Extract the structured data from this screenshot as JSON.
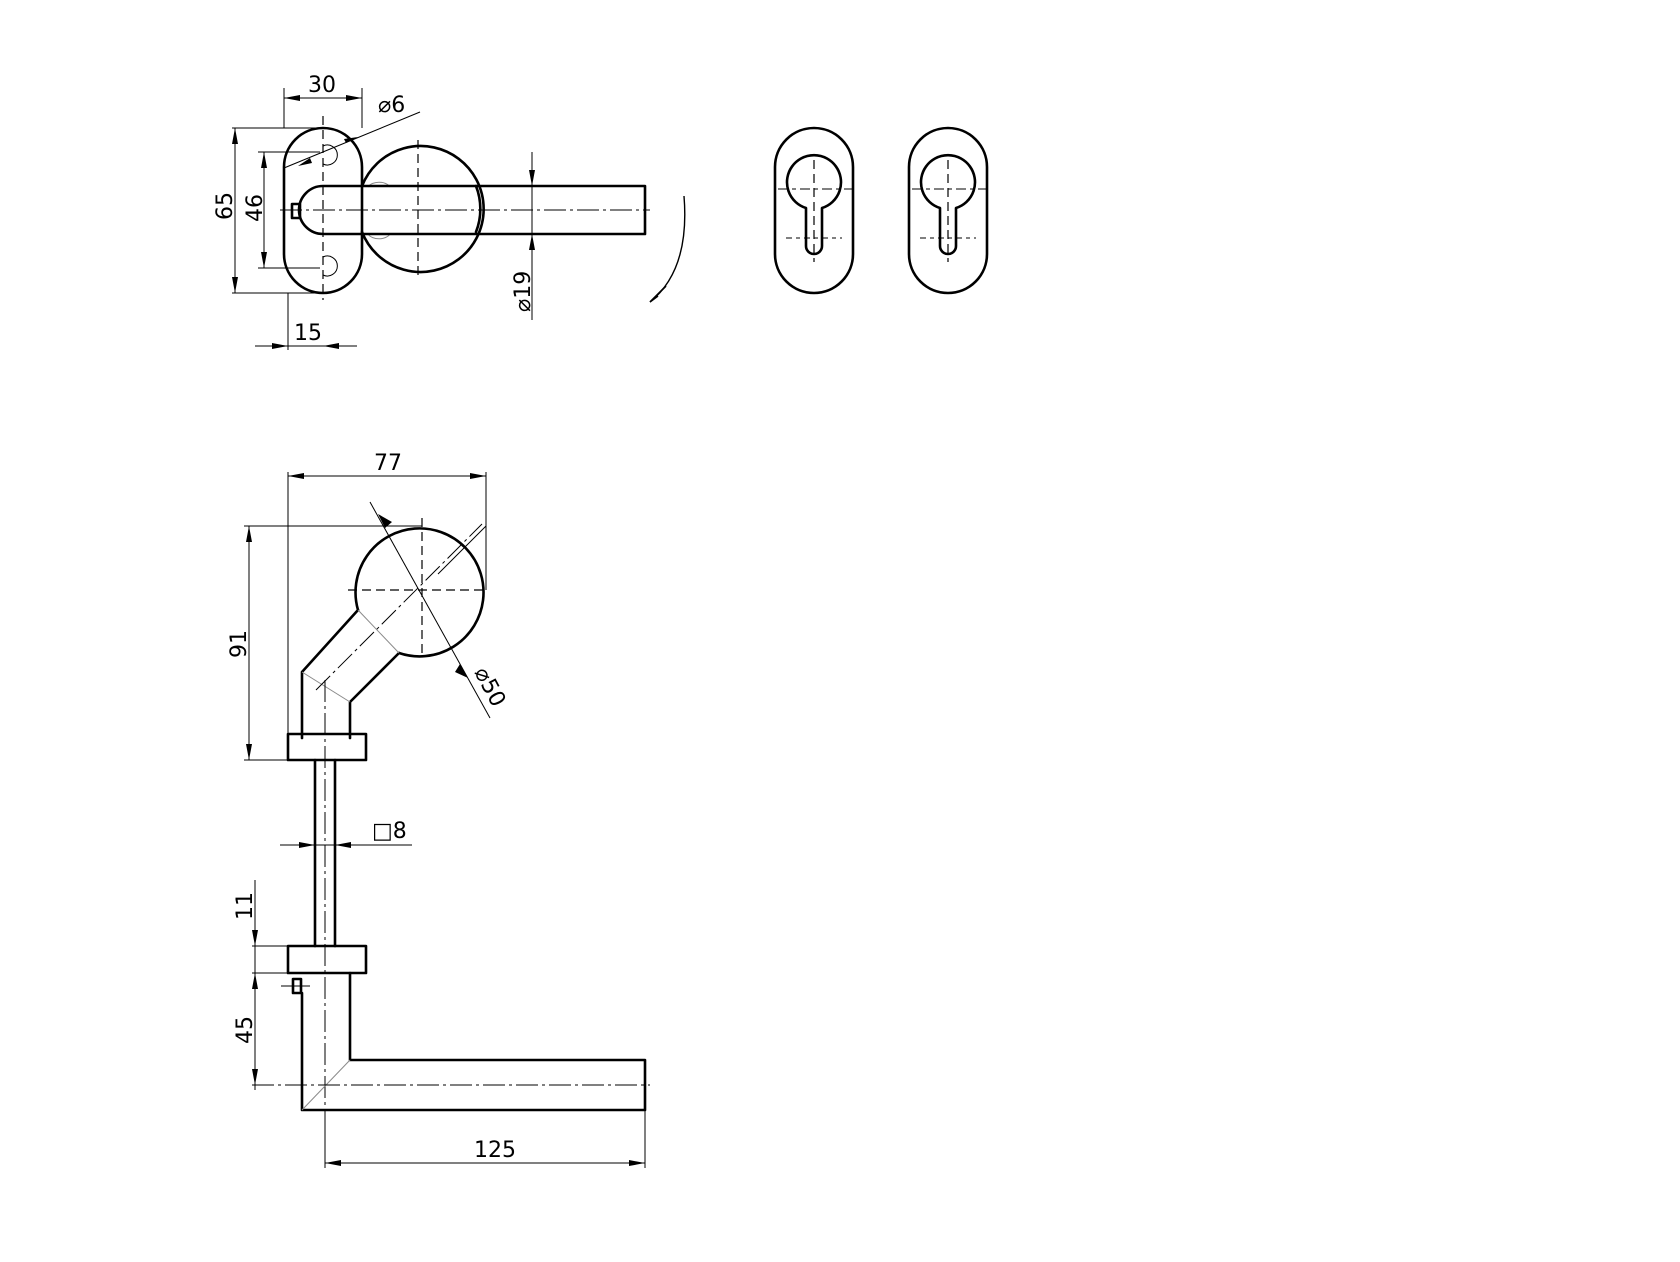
{
  "drawing": {
    "subject": "Door lever handle set with oval escutcheons",
    "line_color": "#000000",
    "background": "#ffffff"
  },
  "top_view": {
    "dimensions": {
      "rose_width": "30",
      "hole_diameter": "⌀6",
      "rose_height": "65",
      "hole_spacing": "46",
      "rose_offset": "15",
      "lever_diameter": "⌀19"
    }
  },
  "escutcheons": {
    "count": 2,
    "type": "profile cylinder oval escutcheon"
  },
  "side_view": {
    "dimensions": {
      "knob_reach": "77",
      "knob_height": "91",
      "knob_diameter": "⌀50",
      "spindle_square": "□8",
      "rose_thickness": "11",
      "lever_drop": "45",
      "lever_length": "125"
    }
  }
}
